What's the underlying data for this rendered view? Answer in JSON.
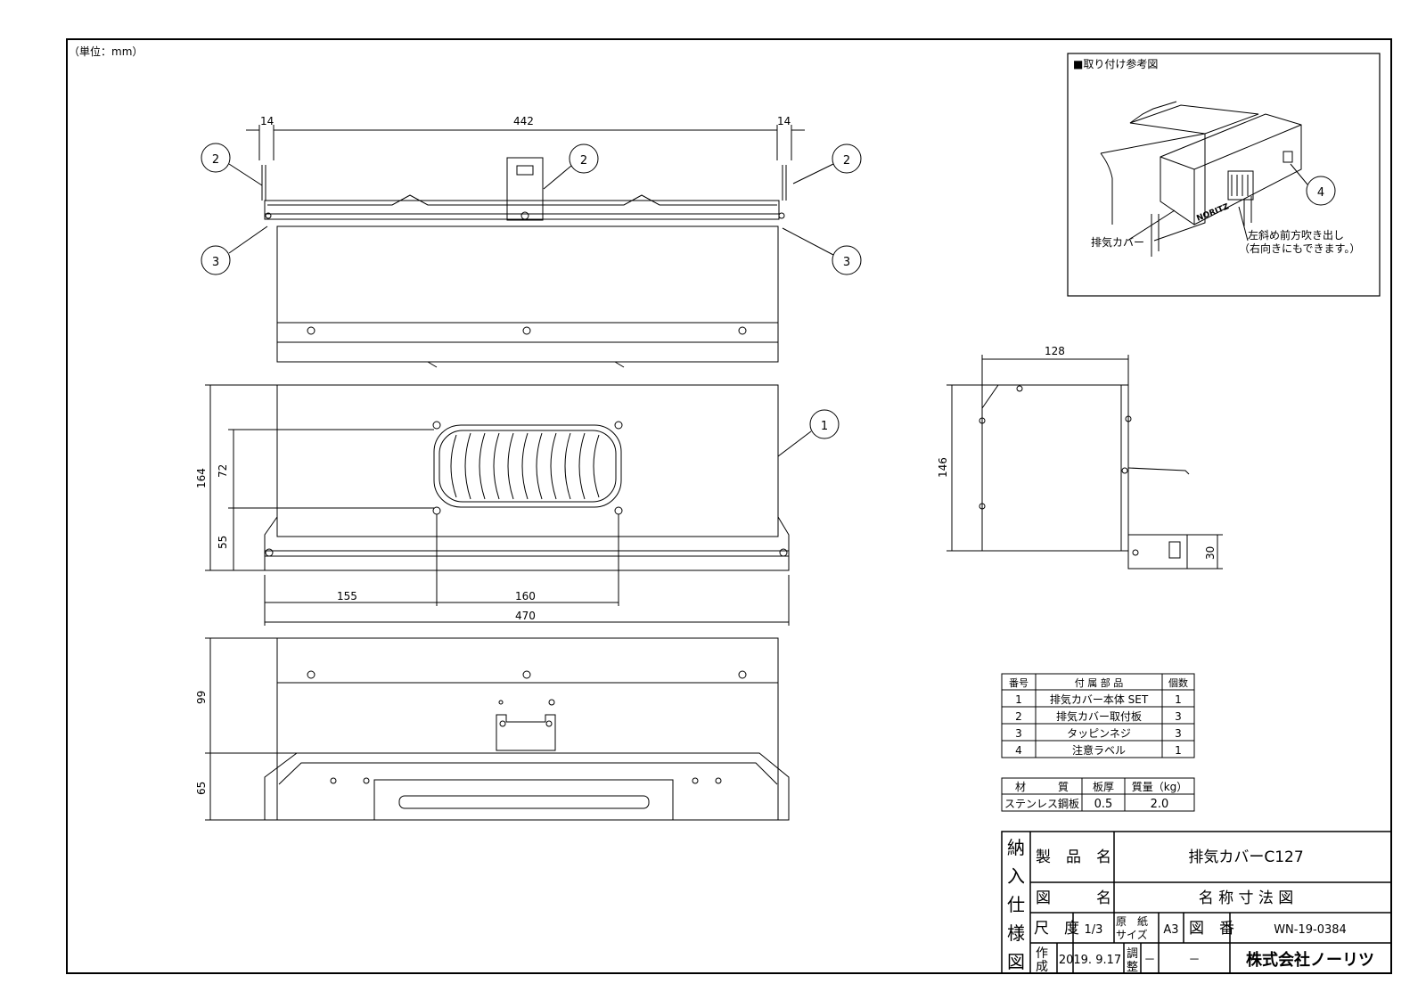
{
  "unit_note": "（単位：mm）",
  "install_reference": {
    "title": "■取り付け参考図",
    "label_cover": "排気カバー",
    "label_direction_1": "左斜め前方吹き出し",
    "label_direction_2": "（右向きにもできます。）",
    "brand_mark": "NORITZ",
    "callout": "4"
  },
  "dimensions": {
    "top_left": "14",
    "top_width": "442",
    "top_right": "14",
    "front_height": "164",
    "vent_height": "72",
    "base_height": "55",
    "left_offset": "155",
    "hole_spacing": "160",
    "total_width": "470",
    "side_depth": "128",
    "side_height": "146",
    "side_bracket": "30",
    "bottom_upper": "99",
    "bottom_lower": "65"
  },
  "callouts": {
    "c2": "2",
    "c3": "3",
    "c1": "1"
  },
  "parts_table": {
    "headers": [
      "番号",
      "付 属 部 品",
      "個数"
    ],
    "rows": [
      [
        "1",
        "排気カバー本体 SET",
        "1"
      ],
      [
        "2",
        "排気カバー取付板",
        "3"
      ],
      [
        "3",
        "タッピンネジ",
        "3"
      ],
      [
        "4",
        "注意ラベル",
        "1"
      ]
    ]
  },
  "material_table": {
    "headers": [
      "材　　　質",
      "板厚",
      "質量（kg）"
    ],
    "row": [
      "ステンレス鋼板",
      "0.5",
      "2.0"
    ]
  },
  "title_block": {
    "side_label": [
      "納",
      "入",
      "仕",
      "様",
      "図"
    ],
    "product_name_label": "製　品　名",
    "product_name": "排気カバーC127",
    "drawing_name_label": "図　　　名",
    "drawing_name": "名 称 寸 法 図",
    "scale_label": "尺　度",
    "scale": "1/3",
    "paper_label_1": "原　紙",
    "paper_label_2": "サイズ",
    "paper_size": "A3",
    "drawing_no_label": "図　番",
    "drawing_no": "WN-19-0384",
    "created_label_1": "作",
    "created_label_2": "成",
    "created_date": "2019. 9.17",
    "adjust_label_1": "調",
    "adjust_label_2": "整",
    "adjust_value": "－",
    "adjust_value_2": "－",
    "company": "株式会社ノーリツ"
  }
}
